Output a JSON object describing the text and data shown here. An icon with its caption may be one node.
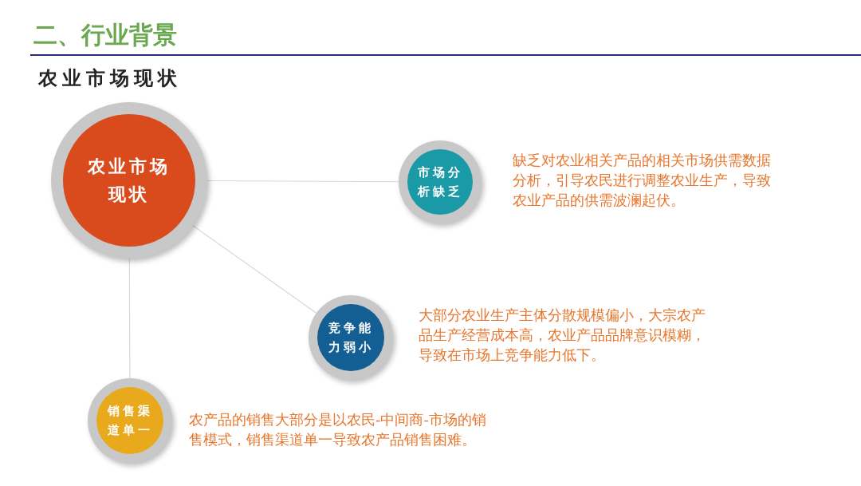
{
  "diagram": {
    "title": "二、行业背景",
    "nodes": [
      {
        "text": [
          "农业市场现状"
        ]
      },
      {
        "text": [
          "市场分析缺乏"
        ],
        "beside": [
          "缺乏对农业相关产品的相关市场供需数据分析，引导农民进行调整农业生产，导致农业产品的供需波澜起伏。"
        ]
      },
      {
        "text": [
          "竞争能力弱小"
        ],
        "beside": [
          "大部分农业生产主体分散规模偏小，大宗农产品生产经营成本高，农业产品品牌意识模糊，导致在市场上竞争能力低下。"
        ]
      },
      {
        "text": [
          "销售渠道单一"
        ],
        "beside": [
          "农产品的销售大部分是以农民-中间商-市场的销售模式，销售渠道单一导致农产品销售困难。"
        ]
      }
    ],
    "edges": [
      {
        "from": 0,
        "to": 1,
        "arrow": "none"
      },
      {
        "from": 0,
        "to": 2,
        "arrow": "none"
      },
      {
        "from": 0,
        "to": 3,
        "arrow": "none"
      }
    ],
    "labels": [
      "农业市场现状"
    ]
  }
}
